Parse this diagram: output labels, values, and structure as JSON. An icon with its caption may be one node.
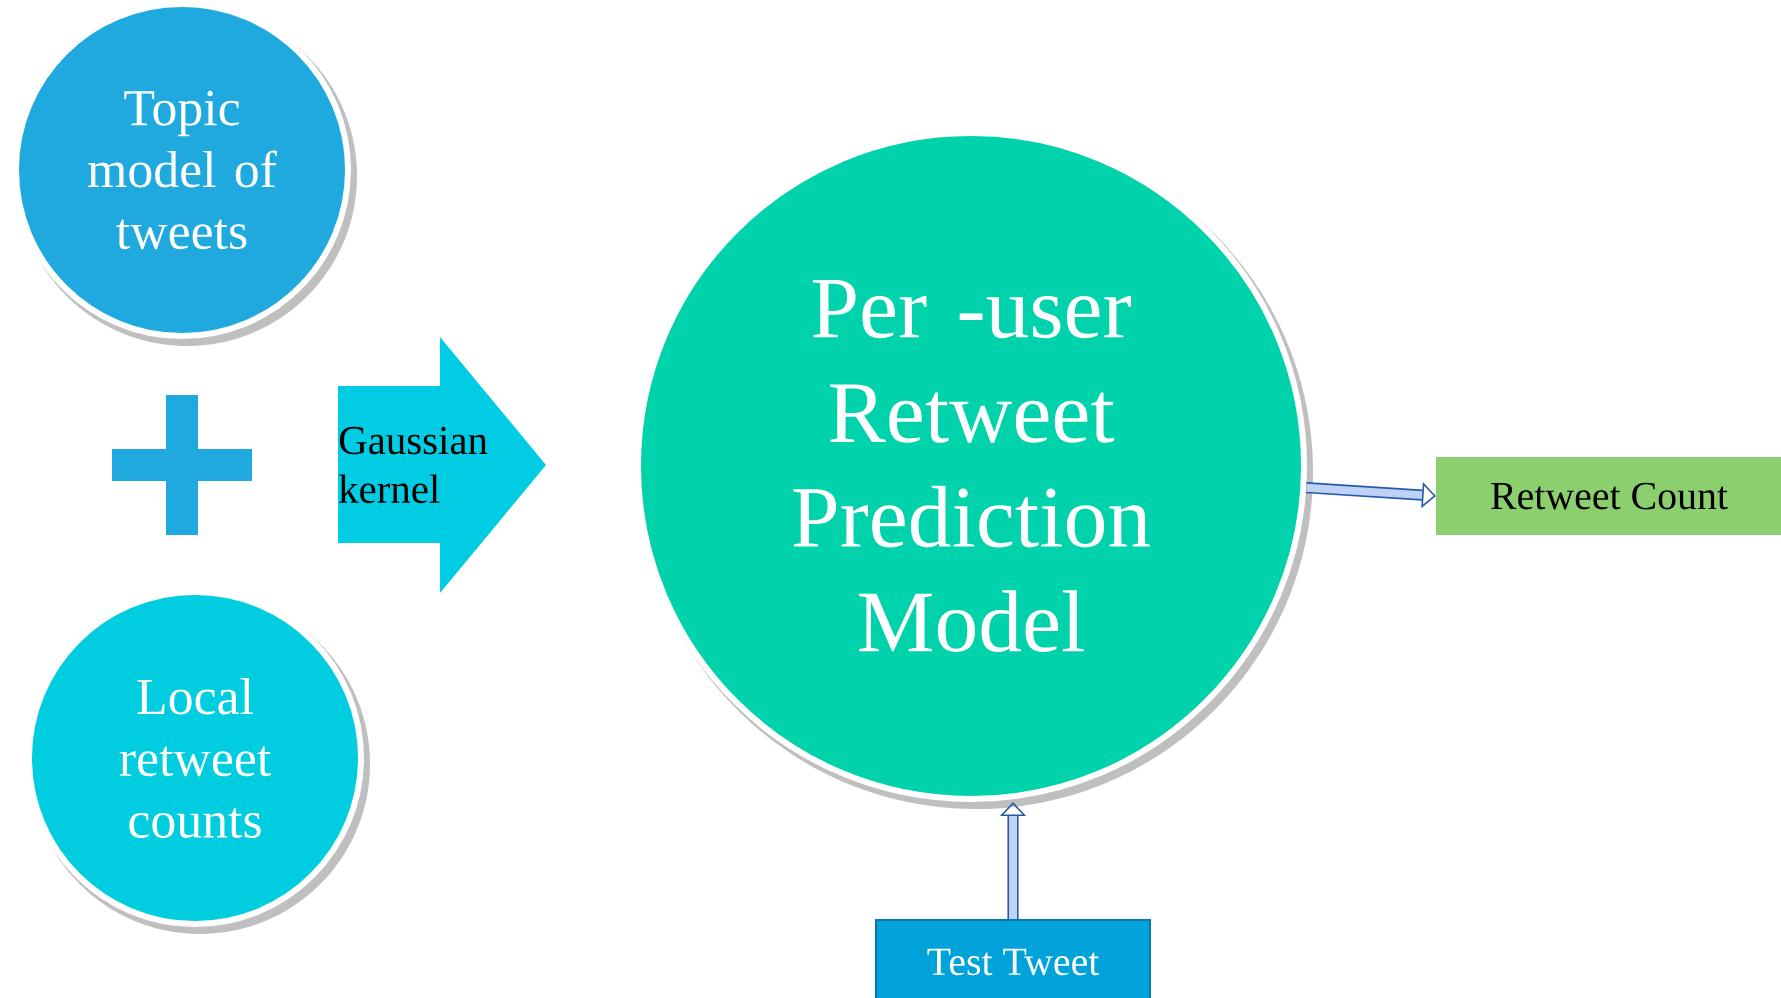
{
  "diagram": {
    "nodes": [
      {
        "text": [
          "Topic model of tweets"
        ]
      },
      {
        "text": [
          "Local retweet counts"
        ]
      },
      {
        "text": [
          "Gaussian kernel"
        ]
      },
      {
        "text": [
          "Per -user Retweet Prediction Model"
        ]
      },
      {
        "text": [
          "Retweet Count"
        ]
      },
      {
        "text": [
          "Test Tweet"
        ]
      }
    ],
    "edges": [
      {
        "from": 3,
        "to": 4,
        "arrow": "to"
      },
      {
        "from": 5,
        "to": 3,
        "arrow": "to"
      }
    ]
  }
}
